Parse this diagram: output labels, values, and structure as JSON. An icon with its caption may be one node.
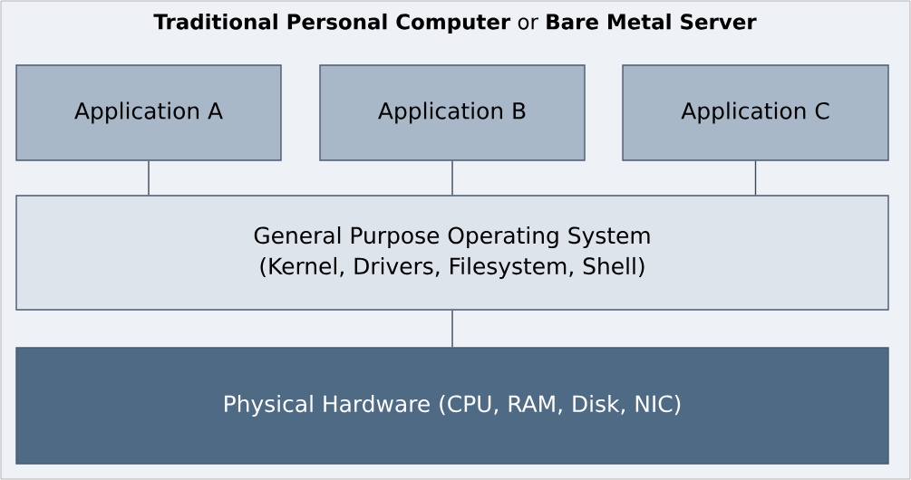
{
  "diagram": {
    "title": "**Traditional Personal Computer** or **Bare Metal Server**",
    "nodes": [
      {
        "text": [
          "Application A"
        ]
      },
      {
        "text": [
          "Application B"
        ]
      },
      {
        "text": [
          "Application C"
        ]
      },
      {
        "text": [
          "General Purpose Operating System",
          "(Kernel, Drivers, Filesystem, Shell)"
        ]
      },
      {
        "text": [
          "Physical Hardware (CPU, RAM, Disk, NIC)"
        ]
      }
    ],
    "edges": [
      {
        "from": 0,
        "to": 3,
        "arrow": "none"
      },
      {
        "from": 1,
        "to": 3,
        "arrow": "none"
      },
      {
        "from": 2,
        "to": 3,
        "arrow": "none"
      },
      {
        "from": 3,
        "to": 4,
        "arrow": "none"
      }
    ]
  }
}
